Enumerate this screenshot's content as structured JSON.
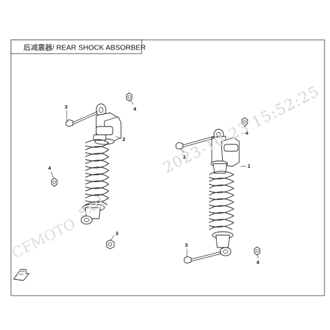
{
  "header": {
    "title": "后减震器/ REAR SHOCK ABSORBER"
  },
  "watermark": {
    "logo": "CFMOTO",
    "user": "sxd",
    "timestamp": "2023-10-23 15:52:25"
  },
  "callouts": {
    "left_shock": {
      "top_bolt": "3",
      "top_nut": "4",
      "body": "2",
      "bottom_nut": "4",
      "bottom_bolt": "3"
    },
    "right_shock": {
      "top_nut": "4",
      "top_bolt": "3",
      "body": "1",
      "bottom_bolt": "3",
      "bottom_nut": "4"
    }
  },
  "icons": {
    "direction_arrow": "front-direction-arrow-icon"
  },
  "colors": {
    "line": "#222222",
    "frame": "#333333",
    "watermark": "#d6d6d6"
  }
}
